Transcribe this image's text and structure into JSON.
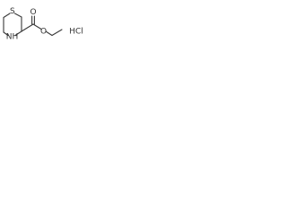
{
  "structure": {
    "atoms": {
      "sulfur": "S",
      "nitrogen_h": "NH",
      "carbonyl_oxygen": "O",
      "ester_oxygen": "O"
    },
    "counterion": "HCl"
  },
  "colors": {
    "bond": "#3a3a3a",
    "label": "#333333",
    "background": "#ffffff"
  }
}
